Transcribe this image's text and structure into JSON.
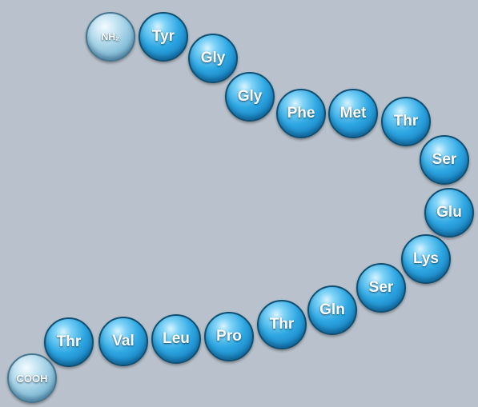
{
  "chain": [
    {
      "label": "NH₂",
      "kind": "terminal"
    },
    {
      "label": "Tyr",
      "kind": "residue"
    },
    {
      "label": "Gly",
      "kind": "residue"
    },
    {
      "label": "Gly",
      "kind": "residue"
    },
    {
      "label": "Phe",
      "kind": "residue"
    },
    {
      "label": "Met",
      "kind": "residue"
    },
    {
      "label": "Thr",
      "kind": "residue"
    },
    {
      "label": "Ser",
      "kind": "residue"
    },
    {
      "label": "Glu",
      "kind": "residue"
    },
    {
      "label": "Lys",
      "kind": "residue"
    },
    {
      "label": "Ser",
      "kind": "residue"
    },
    {
      "label": "Gln",
      "kind": "residue"
    },
    {
      "label": "Thr",
      "kind": "residue"
    },
    {
      "label": "Pro",
      "kind": "residue"
    },
    {
      "label": "Leu",
      "kind": "residue"
    },
    {
      "label": "Val",
      "kind": "residue"
    },
    {
      "label": "Thr",
      "kind": "residue"
    },
    {
      "label": "COOH",
      "kind": "terminal"
    }
  ],
  "colors": {
    "background": "#b9c2cc",
    "residue": "#1e93d2",
    "terminal": "#8ec3dc",
    "label": "#ffffff"
  }
}
